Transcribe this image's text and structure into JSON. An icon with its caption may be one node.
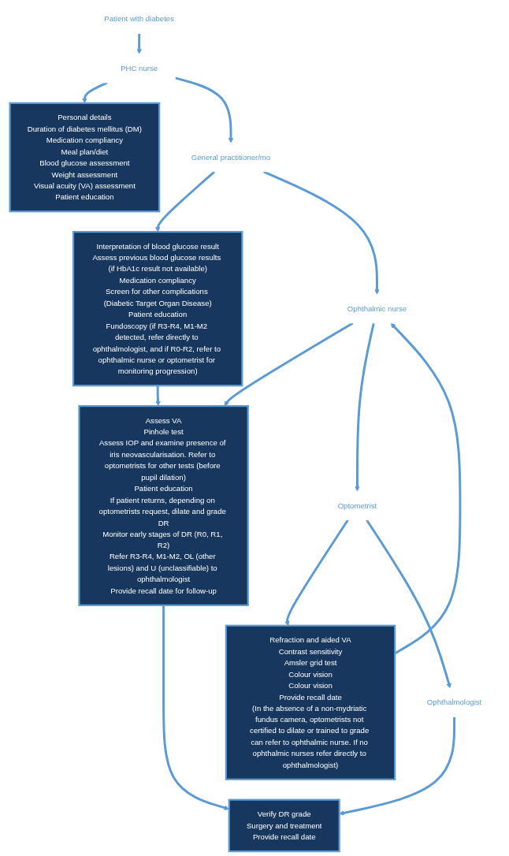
{
  "diagram": {
    "nodes": [
      {
        "text": [
          "Patient with diabetes"
        ]
      },
      {
        "text": [
          "PHC nurse"
        ]
      },
      {
        "text": [
          "Personal details",
          "Duration of diabetes mellitus (DM)",
          "Medication compliancy",
          "Meal plan/diet",
          "Blood glucose assessment",
          "Weight assessment",
          "Visual acuity (VA) assessment",
          "Patient education"
        ]
      },
      {
        "text": [
          "General practitioner/mo"
        ]
      },
      {
        "text": [
          "Interpretation of blood glucose result",
          "Assess previous blood glucose results (if HbA1c result not available)",
          "Medication compliancy",
          "Screen for other complications (Diabetic Target Organ Disease)",
          "Patient education",
          "Fundoscopy (if R3-R4, M1-M2 detected, refer directly to ophthalmologist, and if R0-R2, refer to ophthalmic nurse or optometrist for monitoring progression)"
        ]
      },
      {
        "text": [
          "Ophthalmic nurse"
        ]
      },
      {
        "text": [
          "Assess VA",
          "Pinhole test",
          "Assess IOP and examine presence of iris neovascularisation. Refer to optometrists for other tests (before pupil dilation)",
          "Patient education",
          "If patient returns, depending on optometrists request, dilate and grade DR",
          "Monitor early stages of DR (R0, R1, R2)",
          "Refer R3-R4, M1-M2, OL (other lesions) and U (unclassifiable) to ophthalmologist",
          "Provide recall date for follow-up"
        ]
      },
      {
        "text": [
          "Optometrist"
        ]
      },
      {
        "text": [
          "Refraction and aided VA",
          "Contrast sensitivity",
          "Amsler grid test",
          "Colour vision",
          "Colour vision",
          "Provide recall date",
          "(In the absence of a non-mydriatic fundus camera, optometrists not certified to dilate or trained to grade can refer to ophthalmic nurse. If no ophthalmic nurses refer directly to ophthalmologist)"
        ]
      },
      {
        "text": [
          "Ophthalmologist"
        ]
      },
      {
        "text": [
          "Verify DR grade",
          "Surgery and treatment",
          "Provide recall date"
        ]
      }
    ],
    "edges": [
      {
        "from": 0,
        "to": 1,
        "arrow": "to"
      },
      {
        "from": 1,
        "to": 2,
        "arrow": "to"
      },
      {
        "from": 1,
        "to": 3,
        "arrow": "to"
      },
      {
        "from": 3,
        "to": 4,
        "arrow": "to"
      },
      {
        "from": 4,
        "to": 6,
        "arrow": "to"
      },
      {
        "from": 3,
        "to": 5,
        "arrow": "to"
      },
      {
        "from": 5,
        "to": 6,
        "arrow": "to"
      },
      {
        "from": 5,
        "to": 7,
        "arrow": "to"
      },
      {
        "from": 7,
        "to": 8,
        "arrow": "to"
      },
      {
        "from": 8,
        "to": 5,
        "arrow": "to"
      },
      {
        "from": 7,
        "to": 9,
        "arrow": "to"
      },
      {
        "from": 9,
        "to": 10,
        "arrow": "to"
      },
      {
        "from": 6,
        "to": 10,
        "arrow": "to"
      }
    ]
  }
}
